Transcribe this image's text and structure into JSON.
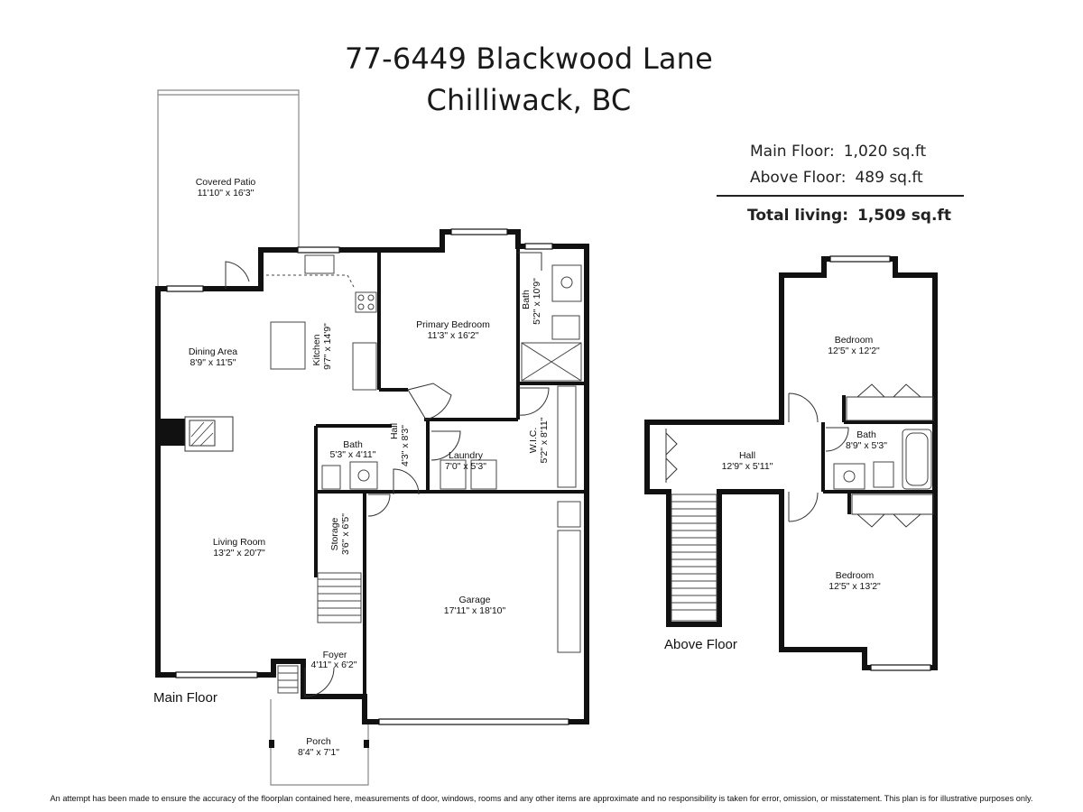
{
  "header": {
    "address_line1": "77-6449 Blackwood Lane",
    "address_line2": "Chilliwack, BC"
  },
  "areas": {
    "main_floor": {
      "label": "Main Floor:",
      "value": "1,020 sq.ft"
    },
    "above_floor": {
      "label": "Above Floor:",
      "value": "489 sq.ft"
    },
    "total": {
      "label": "Total living:",
      "value": "1,509 sq.ft"
    }
  },
  "floors": {
    "main": {
      "label": "Main Floor",
      "rooms": {
        "covered_patio": {
          "name": "Covered Patio",
          "dims": "11'10\" x 16'3\""
        },
        "dining_area": {
          "name": "Dining Area",
          "dims": "8'9\" x 11'5\""
        },
        "kitchen": {
          "name": "Kitchen",
          "dims": "9'7\" x 14'9\""
        },
        "primary_bedroom": {
          "name": "Primary Bedroom",
          "dims": "11'3\" x 16'2\""
        },
        "bath_ensuite": {
          "name": "Bath",
          "dims": "5'2\" x 10'9\""
        },
        "wic": {
          "name": "W.I.C.",
          "dims": "5'2\" x 8'11\""
        },
        "laundry": {
          "name": "Laundry",
          "dims": "7'0\" x 5'3\""
        },
        "hall": {
          "name": "Hall",
          "dims": "4'3\" x 8'3\""
        },
        "bath_main": {
          "name": "Bath",
          "dims": "5'3\" x 4'11\""
        },
        "living_room": {
          "name": "Living Room",
          "dims": "13'2\" x 20'7\""
        },
        "storage": {
          "name": "Storage",
          "dims": "3'6\" x 6'5\""
        },
        "garage": {
          "name": "Garage",
          "dims": "17'11\" x 18'10\""
        },
        "foyer": {
          "name": "Foyer",
          "dims": "4'11\" x 6'2\""
        },
        "porch": {
          "name": "Porch",
          "dims": "8'4\" x 7'1\""
        }
      }
    },
    "above": {
      "label": "Above Floor",
      "rooms": {
        "bedroom_top": {
          "name": "Bedroom",
          "dims": "12'5\" x 12'2\""
        },
        "hall": {
          "name": "Hall",
          "dims": "12'9\" x 5'11\""
        },
        "bath": {
          "name": "Bath",
          "dims": "8'9\" x 5'3\""
        },
        "bedroom_bottom": {
          "name": "Bedroom",
          "dims": "12'5\" x 13'2\""
        }
      }
    }
  },
  "disclaimer": "An attempt has been made to ensure the accuracy of the floorplan contained here, measurements of door, windows, rooms and any other items are approximate and no responsibility is taken for error, omission, or misstatement. This plan is for illustrative purposes only."
}
